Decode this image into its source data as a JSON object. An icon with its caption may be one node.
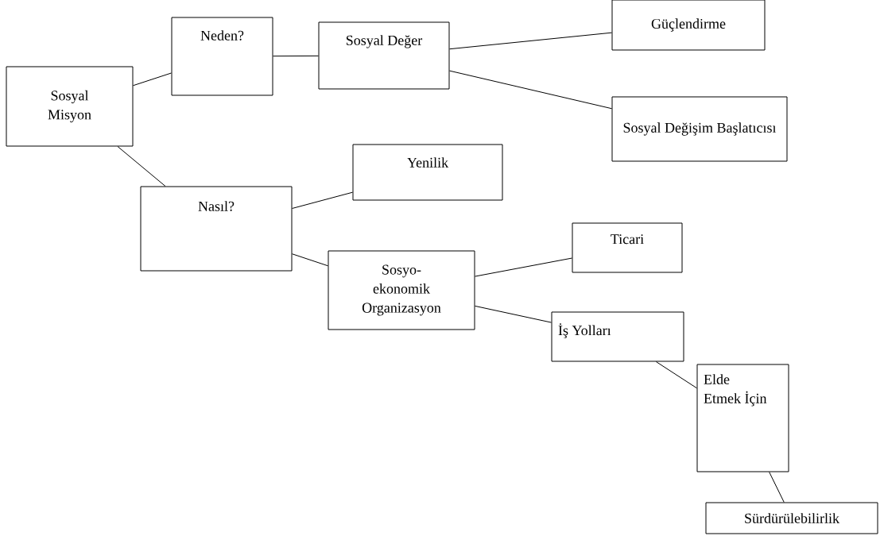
{
  "diagram": {
    "nodes": [
      {
        "text": [
          "Sosyal Misyon"
        ]
      },
      {
        "text": [
          "Neden?"
        ]
      },
      {
        "text": [
          "Sosyal Değer"
        ]
      },
      {
        "text": [
          "Güçlendirme"
        ]
      },
      {
        "text": [
          "Sosyal Değişim Başlatıcısı"
        ]
      },
      {
        "text": [
          "Nasıl?"
        ]
      },
      {
        "text": [
          "Yenilik"
        ]
      },
      {
        "text": [
          "Sosyo-ekonomik Organizasyon"
        ]
      },
      {
        "text": [
          "Ticari"
        ]
      },
      {
        "text": [
          "İş Yolları"
        ]
      },
      {
        "text": [
          "Elde Etmek İçin"
        ]
      },
      {
        "text": [
          "Sürdürülebilirlik"
        ]
      }
    ],
    "edges": [
      {
        "from": 0,
        "to": 1,
        "arrow": "none"
      },
      {
        "from": 0,
        "to": 5,
        "arrow": "none"
      },
      {
        "from": 1,
        "to": 2,
        "arrow": "none"
      },
      {
        "from": 2,
        "to": 3,
        "arrow": "none"
      },
      {
        "from": 2,
        "to": 4,
        "arrow": "none"
      },
      {
        "from": 5,
        "to": 6,
        "arrow": "none"
      },
      {
        "from": 5,
        "to": 7,
        "arrow": "none"
      },
      {
        "from": 7,
        "to": 8,
        "arrow": "none"
      },
      {
        "from": 7,
        "to": 9,
        "arrow": "none"
      },
      {
        "from": 9,
        "to": 10,
        "arrow": "none"
      },
      {
        "from": 10,
        "to": 11,
        "arrow": "none"
      }
    ]
  }
}
